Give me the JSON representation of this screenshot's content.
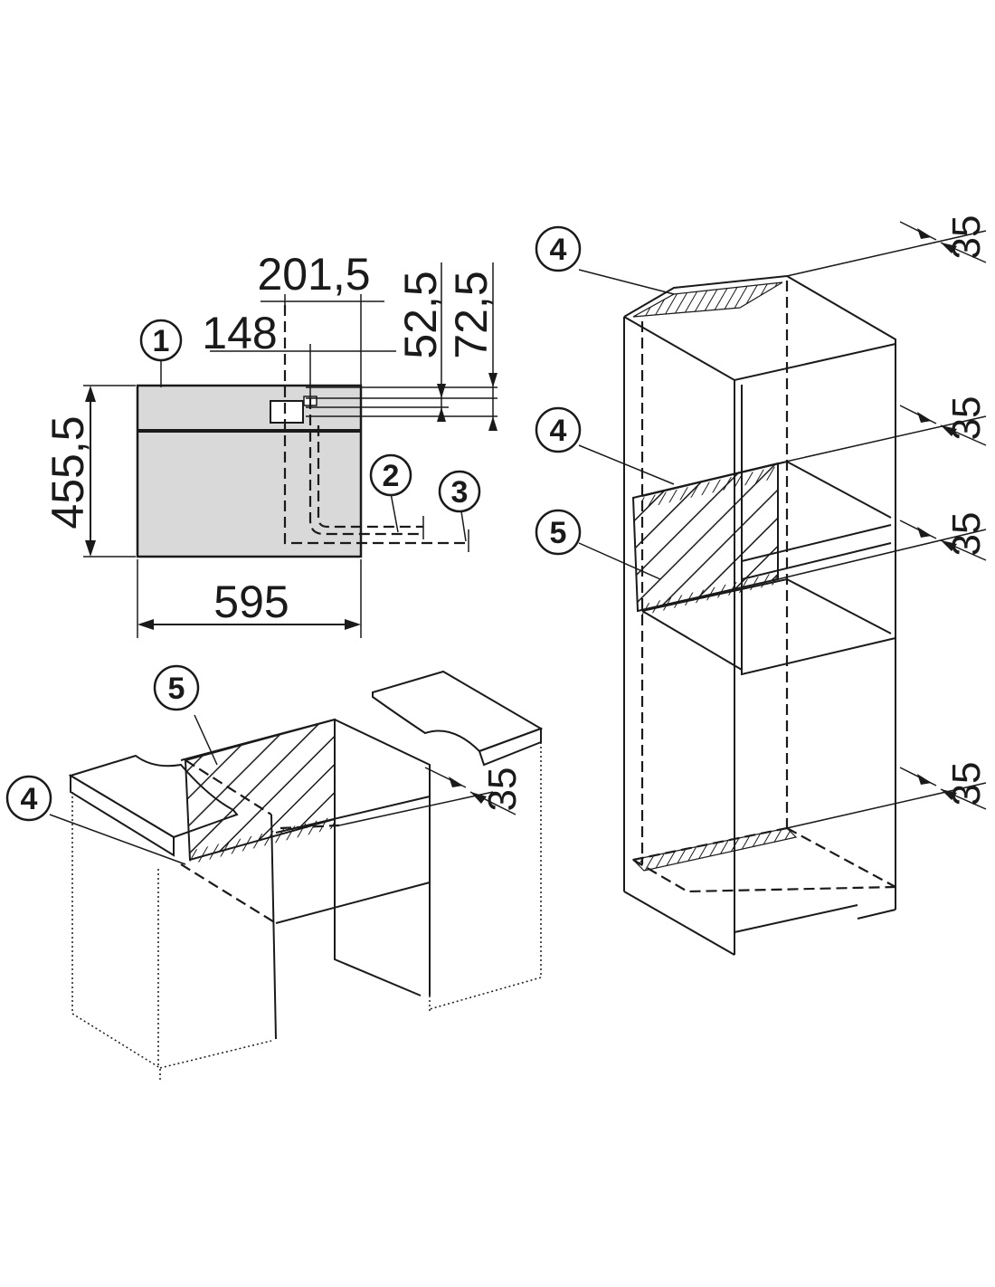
{
  "dimensions": {
    "d201_5": "201,5",
    "d148": "148",
    "d52_5": "52,5",
    "d72_5": "72,5",
    "d455_5": "455,5",
    "d595": "595",
    "d35_a": "35",
    "d35_b": "35",
    "d35_c": "35",
    "d35_d": "35",
    "d35_e": "35"
  },
  "callouts": {
    "c1": "1",
    "c2": "2",
    "c3": "3",
    "c4_tall_top": "4",
    "c4_tall_mid": "4",
    "c5_tall": "5",
    "c5_base": "5",
    "c4_base": "4"
  },
  "colors": {
    "appliance_front": "#d9d9d9",
    "line": "#1a1a1a",
    "background": "#ffffff"
  }
}
